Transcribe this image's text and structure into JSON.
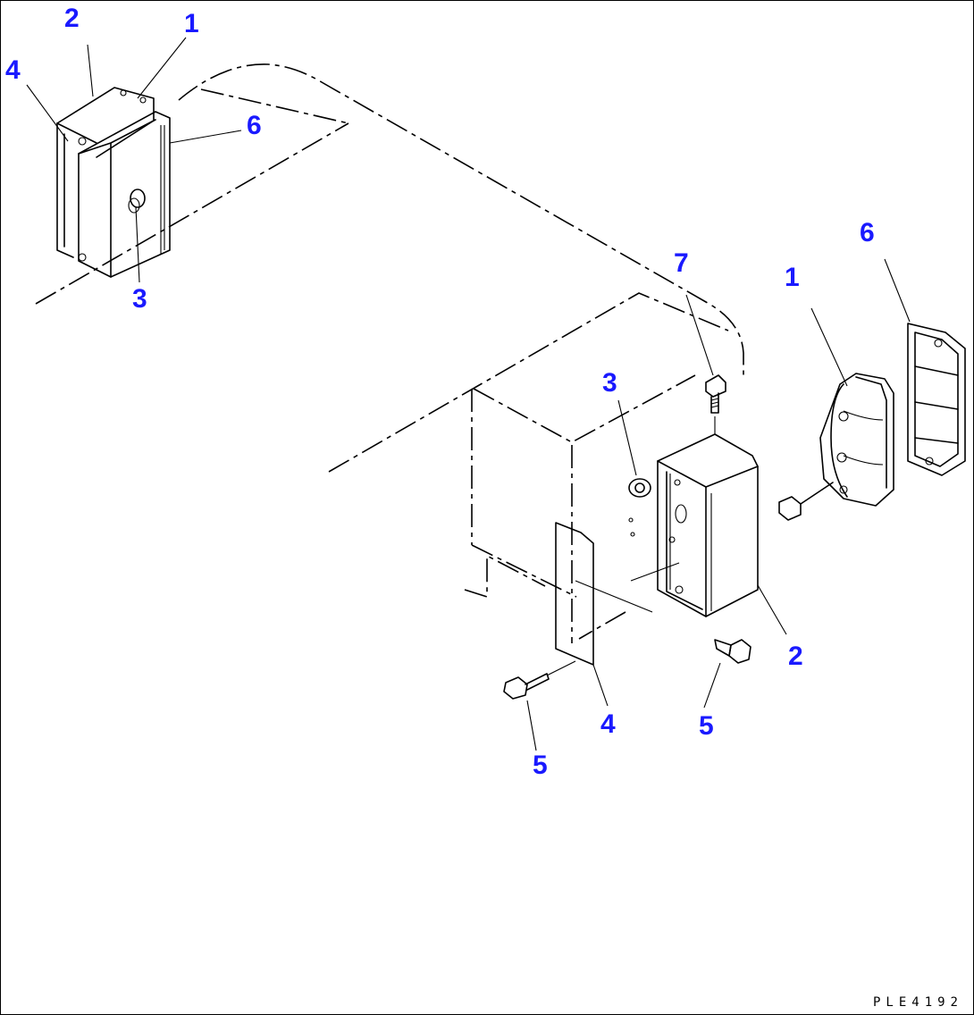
{
  "diagram": {
    "label_color": "#1a1aff",
    "line_color": "#000000",
    "drawing_code": "PLE4192",
    "callouts": {
      "left_2": "2",
      "left_1": "1",
      "left_4": "4",
      "left_6": "6",
      "left_3": "3",
      "right_7": "7",
      "right_1": "1",
      "right_6": "6",
      "right_3": "3",
      "right_2": "2",
      "right_4": "4",
      "right_5a": "5",
      "right_5b": "5"
    }
  }
}
